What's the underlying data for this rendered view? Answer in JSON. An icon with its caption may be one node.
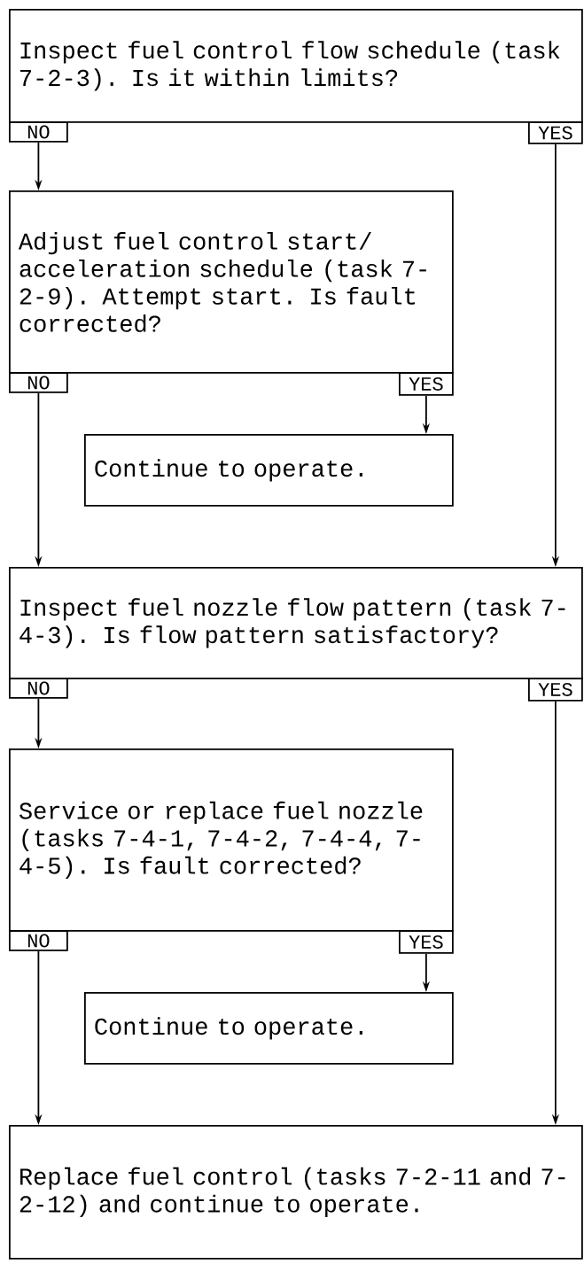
{
  "diagram": {
    "nodes": [
      {
        "text": [
          "Inspect fuel control flow schedule (task 7-2-3).  Is it within limits?"
        ]
      },
      {
        "text": [
          "NO"
        ]
      },
      {
        "text": [
          "YES"
        ]
      },
      {
        "text": [
          "Adjust fuel control start/ acceleration schedule (task 7-2-9).  Attempt start.  Is fault corrected?"
        ]
      },
      {
        "text": [
          "NO"
        ]
      },
      {
        "text": [
          "YES"
        ]
      },
      {
        "text": [
          "Continue to operate."
        ]
      },
      {
        "text": [
          "Inspect fuel nozzle flow pattern (task 7-4-3).  Is flow pattern satisfactory?"
        ]
      },
      {
        "text": [
          "NO"
        ]
      },
      {
        "text": [
          "YES"
        ]
      },
      {
        "text": [
          "Service or replace fuel nozzle (tasks 7-4-1, 7-4-2, 7-4-4, 7-4-5).  Is fault corrected?"
        ]
      },
      {
        "text": [
          "NO"
        ]
      },
      {
        "text": [
          "YES"
        ]
      },
      {
        "text": [
          "Continue to operate."
        ]
      },
      {
        "text": [
          "Replace fuel control (tasks 7-2-11 and 7-2-12) and continue to operate."
        ]
      }
    ],
    "edges": [
      {
        "from": 1,
        "to": 3,
        "arrow": "to"
      },
      {
        "from": 2,
        "to": 7,
        "arrow": "to"
      },
      {
        "from": 5,
        "to": 6,
        "arrow": "to"
      },
      {
        "from": 4,
        "to": 7,
        "arrow": "to"
      },
      {
        "from": 8,
        "to": 10,
        "arrow": "to"
      },
      {
        "from": 9,
        "to": 14,
        "arrow": "to"
      },
      {
        "from": 12,
        "to": 13,
        "arrow": "to"
      },
      {
        "from": 11,
        "to": 14,
        "arrow": "to"
      }
    ]
  }
}
